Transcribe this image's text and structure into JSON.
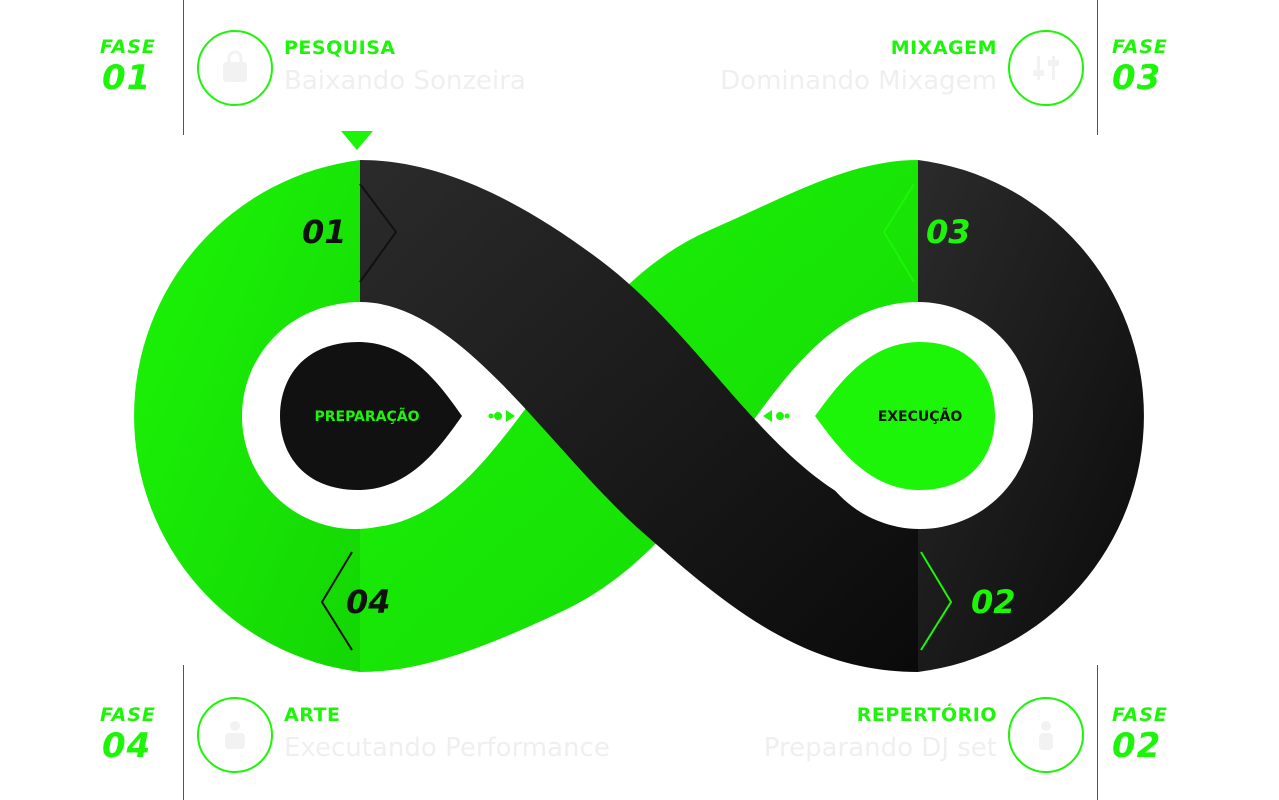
{
  "colors": {
    "accent": "#1cf507",
    "dark": "#1e1e1e",
    "subtitle": "#efefef"
  },
  "phases": [
    {
      "word": "FASE",
      "number": "01",
      "title": "PESQUISA",
      "subtitle": "Baixando Sonzeira",
      "icon": "bag-icon"
    },
    {
      "word": "FASE",
      "number": "02",
      "title": "REPERTÓRIO",
      "subtitle": "Preparando DJ set",
      "icon": "person-icon"
    },
    {
      "word": "FASE",
      "number": "03",
      "title": "MIXAGEM",
      "subtitle": "Dominando Mixagem",
      "icon": "sliders-icon"
    },
    {
      "word": "FASE",
      "number": "04",
      "title": "ARTE",
      "subtitle": "Executando Performance",
      "icon": "performer-icon"
    }
  ],
  "diagram": {
    "segments": [
      "01",
      "02",
      "03",
      "04"
    ],
    "left_loop_label": "PREPARAÇÃO",
    "right_loop_label": "EXECUÇÃO"
  }
}
